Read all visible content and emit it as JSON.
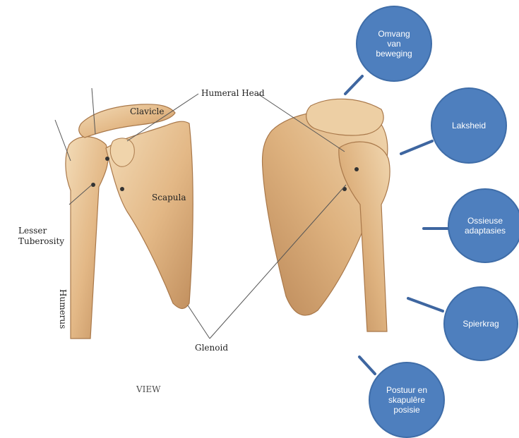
{
  "anatomy_labels": {
    "humeral_head": "Humeral Head",
    "clavicle": "Clavicle",
    "scapula": "Scapula",
    "lesser_tuberosity": "Lesser\nTuberosity",
    "humerus": "Humerus",
    "glenoid": "Glenoid",
    "view_caption": "VIEW"
  },
  "factors": [
    {
      "label": "Omvang\nvan\nbeweging"
    },
    {
      "label": "Laksheid"
    },
    {
      "label": "Ossieuse\nadaptasies"
    },
    {
      "label": "Spierkrag"
    },
    {
      "label": "Postuur en\nskapulêre\nposisie"
    }
  ],
  "colors": {
    "circle_fill": "#4e7fbe",
    "connector": "#3e66a0",
    "bone": "#e7bf8e",
    "bone_shadow": "#b9895a"
  }
}
